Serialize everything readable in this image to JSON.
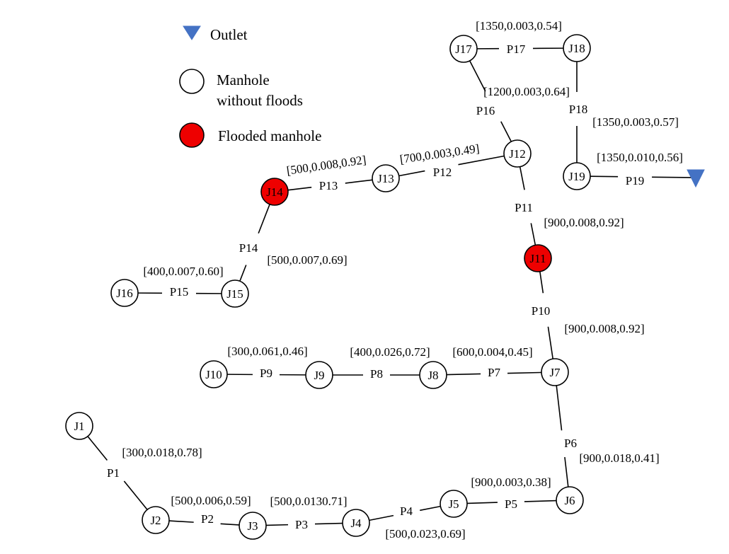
{
  "legend": {
    "outlet": "Outlet",
    "manhole_line1": "Manhole",
    "manhole_line2": "without floods",
    "flooded": "Flooded manhole"
  },
  "colors": {
    "flooded": "#ee0000",
    "normal": "#ffffff",
    "outlet": "#4472c4",
    "stroke": "#000000"
  },
  "nodes": [
    {
      "id": "J1",
      "flooded": false
    },
    {
      "id": "J2",
      "flooded": false
    },
    {
      "id": "J3",
      "flooded": false
    },
    {
      "id": "J4",
      "flooded": false
    },
    {
      "id": "J5",
      "flooded": false
    },
    {
      "id": "J6",
      "flooded": false
    },
    {
      "id": "J7",
      "flooded": false
    },
    {
      "id": "J8",
      "flooded": false
    },
    {
      "id": "J9",
      "flooded": false
    },
    {
      "id": "J10",
      "flooded": false
    },
    {
      "id": "J11",
      "flooded": true
    },
    {
      "id": "J12",
      "flooded": false
    },
    {
      "id": "J13",
      "flooded": false
    },
    {
      "id": "J14",
      "flooded": true
    },
    {
      "id": "J15",
      "flooded": false
    },
    {
      "id": "J16",
      "flooded": false
    },
    {
      "id": "J17",
      "flooded": false
    },
    {
      "id": "J18",
      "flooded": false
    },
    {
      "id": "J19",
      "flooded": false
    }
  ],
  "pipes": [
    {
      "id": "P1",
      "from": "J1",
      "to": "J2",
      "attrs": "[300,0.018,0.78]"
    },
    {
      "id": "P2",
      "from": "J2",
      "to": "J3",
      "attrs": "[500,0.006,0.59]"
    },
    {
      "id": "P3",
      "from": "J3",
      "to": "J4",
      "attrs": "[500,0.0130.71]"
    },
    {
      "id": "P4",
      "from": "J4",
      "to": "J5",
      "attrs": "[500,0.023,0.69]"
    },
    {
      "id": "P5",
      "from": "J5",
      "to": "J6",
      "attrs": "[900,0.003,0.38]"
    },
    {
      "id": "P6",
      "from": "J6",
      "to": "J7",
      "attrs": "[900,0.018,0.41]"
    },
    {
      "id": "P7",
      "from": "J8",
      "to": "J7",
      "attrs": "[600,0.004,0.45]"
    },
    {
      "id": "P8",
      "from": "J9",
      "to": "J8",
      "attrs": "[400,0.026,0.72]"
    },
    {
      "id": "P9",
      "from": "J10",
      "to": "J9",
      "attrs": "[300,0.061,0.46]"
    },
    {
      "id": "P10",
      "from": "J7",
      "to": "J11",
      "attrs": "[900,0.008,0.92]"
    },
    {
      "id": "P11",
      "from": "J11",
      "to": "J12",
      "attrs": "[900,0.008,0.92]"
    },
    {
      "id": "P12",
      "from": "J13",
      "to": "J12",
      "attrs": "[700,0.003,0.49]"
    },
    {
      "id": "P13",
      "from": "J14",
      "to": "J13",
      "attrs": "[500,0.008,0.92]"
    },
    {
      "id": "P14",
      "from": "J15",
      "to": "J14",
      "attrs": "[500,0.007,0.69]"
    },
    {
      "id": "P15",
      "from": "J16",
      "to": "J15",
      "attrs": "[400,0.007,0.60]"
    },
    {
      "id": "P16",
      "from": "J12",
      "to": "J17",
      "attrs": "[1200,0.003,0.64]"
    },
    {
      "id": "P17",
      "from": "J17",
      "to": "J18",
      "attrs": "[1350,0.003,0.54]"
    },
    {
      "id": "P18",
      "from": "J18",
      "to": "J19",
      "attrs": "[1350,0.003,0.57]"
    },
    {
      "id": "P19",
      "from": "J19",
      "to": "Outlet",
      "attrs": "[1350,0.010,0.56]"
    }
  ]
}
